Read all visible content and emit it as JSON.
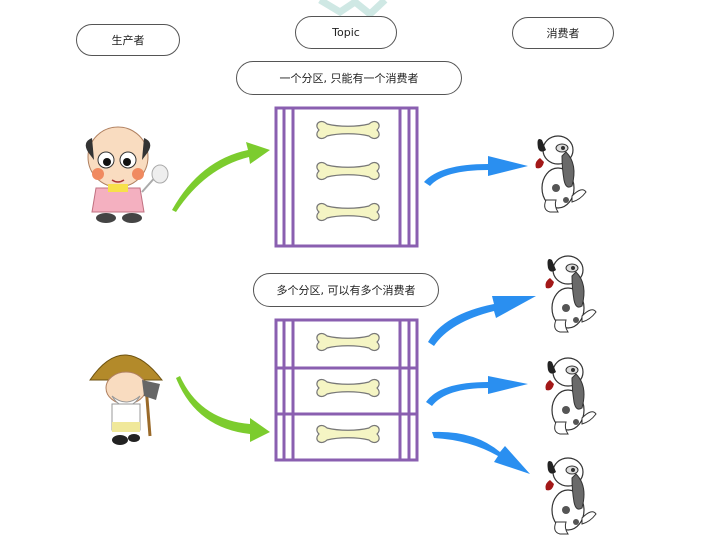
{
  "headers": {
    "producer": "生产者",
    "topic": "Topic",
    "consumer": "消费者"
  },
  "notes": {
    "single_partition": "一个分区, 只能有一个消费者",
    "multi_partition": "多个分区, 可以有多个消费者"
  },
  "colors": {
    "partition_border": "#8a5fb0",
    "bone_fill": "#f5f5c4",
    "producer_arrow": "#7ccc2e",
    "consumer_arrow": "#2a8ff0"
  },
  "scenario_single": {
    "producer_icon": "old-chef-cartoon-icon",
    "partitions": 1,
    "messages": 3,
    "consumers": 1
  },
  "scenario_multi": {
    "producer_icon": "old-farmer-cartoon-icon",
    "partitions": 3,
    "messages_per_partition": 1,
    "consumers": 3
  }
}
